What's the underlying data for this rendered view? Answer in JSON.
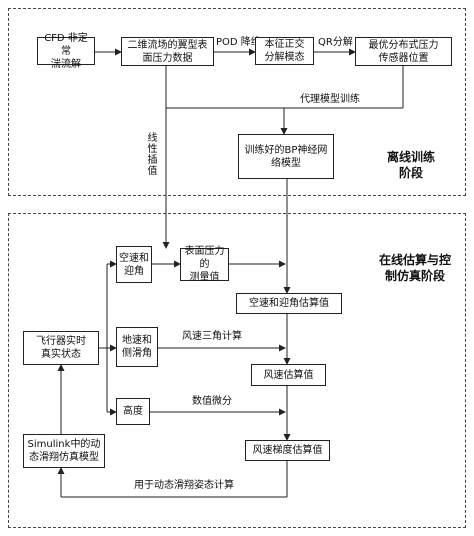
{
  "offline": {
    "stage_label": "离线训练\n阶段",
    "cfd_box": "CFD 非定常\n湍流解",
    "airfoil_box": "二维流场的翼型表\n面压力数据",
    "pod_label": "POD 降维",
    "pod_box": "本征正交\n分解模态",
    "qr_label": "QR分解",
    "sensor_box": "最优分布式压力\n传感器位置",
    "surrogate_label": "代理模型训练",
    "interp_label": "线性插值",
    "bp_box": "训练好的BP神经网\n络模型"
  },
  "online": {
    "stage_label": "在线估算与控\n制仿真阶段",
    "aircraft_box": "飞行器实时\n真实状态",
    "airspeed_box": "空速和\n迎角",
    "pressure_box": "表面压力的\n测量值",
    "aoa_est_box": "空速和迎角估算值",
    "ground_box": "地速和\n侧滑角",
    "triangle_label": "风速三角计算",
    "wind_est_box": "风速估算值",
    "height_box": "高度",
    "diff_label": "数值微分",
    "simulink_box": "Simulink中的动\n态滑翔仿真模型",
    "gradient_box": "风速梯度估算值",
    "attitude_label": "用于动态滑翔姿态计算"
  }
}
